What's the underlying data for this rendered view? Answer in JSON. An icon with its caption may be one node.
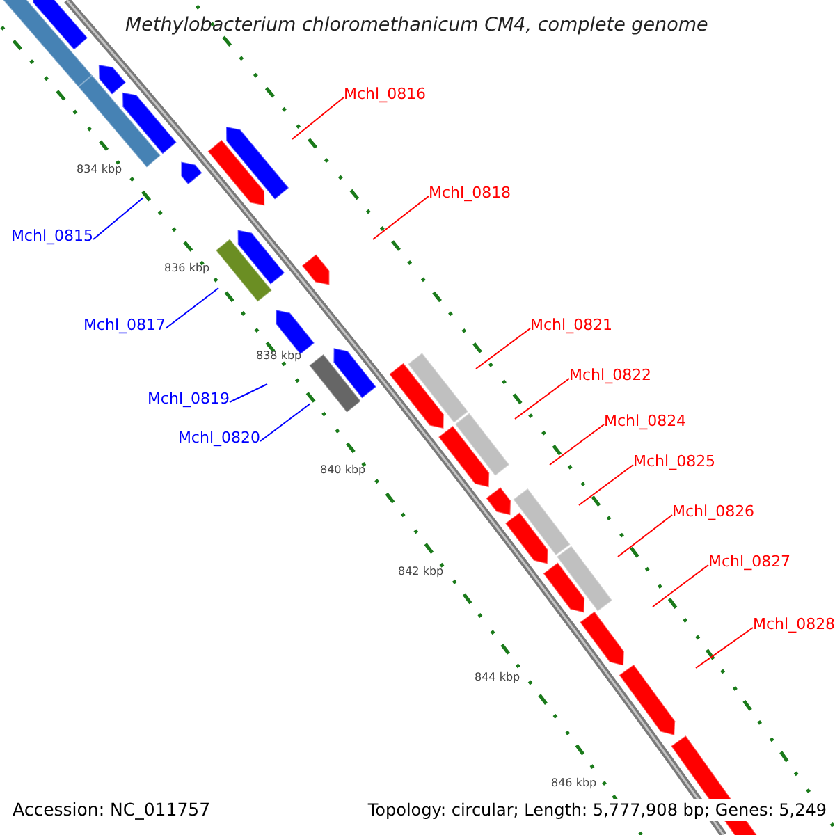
{
  "diagram": {
    "title": "Methylobacterium chloromethanicum CM4, complete genome",
    "nodes": [
      {
        "text": [
          "Mchl_0815"
        ]
      },
      {
        "text": [
          "Mchl_0816"
        ]
      },
      {
        "text": [
          "Mchl_0817"
        ]
      },
      {
        "text": [
          "Mchl_0818"
        ]
      },
      {
        "text": [
          "Mchl_0819"
        ]
      },
      {
        "text": [
          "Mchl_0820"
        ]
      },
      {
        "text": [
          "Mchl_0821"
        ]
      },
      {
        "text": [
          "Mchl_0822"
        ]
      },
      {
        "text": [
          "Mchl_0824"
        ]
      },
      {
        "text": [
          "Mchl_0825"
        ]
      },
      {
        "text": [
          "Mchl_0826"
        ]
      },
      {
        "text": [
          "Mchl_0827"
        ]
      },
      {
        "text": [
          "Mchl_0828"
        ]
      }
    ],
    "edges": [
      {
        "from": 0,
        "to": null,
        "arrow": "none",
        "color": "#0000ff"
      },
      {
        "from": 1,
        "to": null,
        "arrow": "none"
      },
      {
        "from": 2,
        "to": null,
        "arrow": "none",
        "color": "#0000ff"
      },
      {
        "from": 3,
        "to": null,
        "arrow": "none"
      },
      {
        "from": 4,
        "to": null,
        "arrow": "none",
        "color": "#0000ff"
      },
      {
        "from": 5,
        "to": null,
        "arrow": "none",
        "color": "#0000ff"
      },
      {
        "from": 6,
        "to": null,
        "arrow": "none"
      },
      {
        "from": 7,
        "to": null,
        "arrow": "none"
      },
      {
        "from": 8,
        "to": null,
        "arrow": "none"
      },
      {
        "from": 9,
        "to": null,
        "arrow": "none"
      },
      {
        "from": 10,
        "to": null,
        "arrow": "none"
      },
      {
        "from": 11,
        "to": null,
        "arrow": "none"
      },
      {
        "from": 12,
        "to": null,
        "arrow": "none"
      }
    ],
    "labels": [
      "834 kbp",
      "836 kbp",
      "838 kbp",
      "840 kbp",
      "842 kbp",
      "844 kbp",
      "846 kbp",
      "Accession: NC_011757",
      "Topology: circular; Length: 5,777,908 bp; Genes: 5,249"
    ]
  }
}
